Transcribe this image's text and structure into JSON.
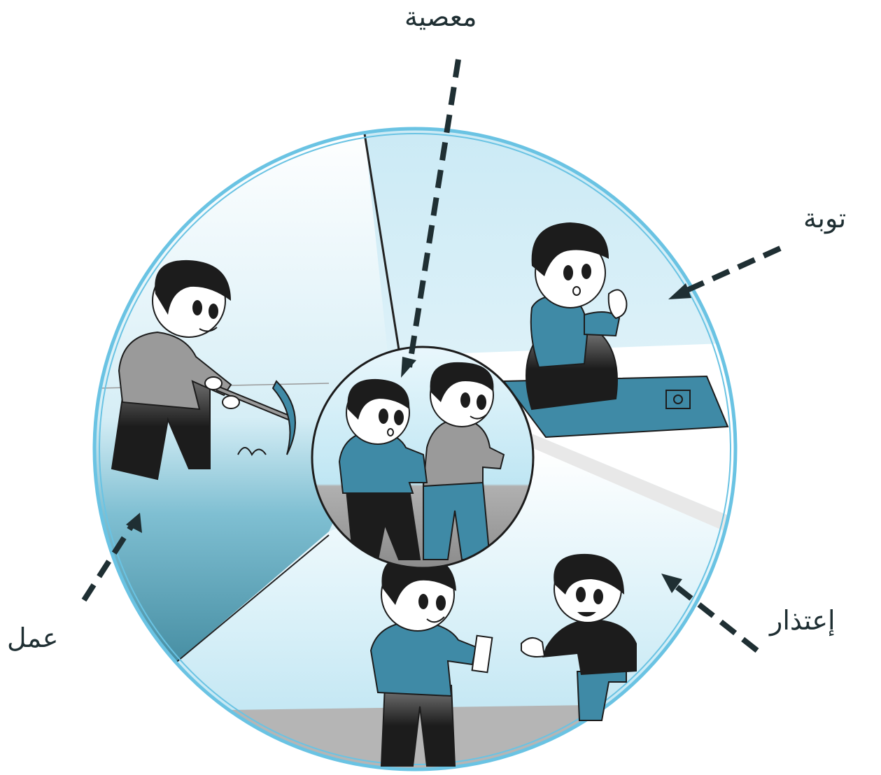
{
  "labels": {
    "top": "معصية",
    "right": "توبة",
    "bottom_right": "إعتذار",
    "left": "عمل"
  },
  "colors": {
    "ring": "#6ac3e3",
    "sky_light": "#d8f0f8",
    "sky_mid": "#b6e1f0",
    "ground_dark": "#1d6a80",
    "ground_mid": "#5aa9c0",
    "shirt_blue": "#3f8aa6",
    "shirt_gray": "#9a9a9a",
    "hair": "#1c1c1c",
    "label_text": "#1f2f33",
    "arrow": "#1f2f33"
  }
}
